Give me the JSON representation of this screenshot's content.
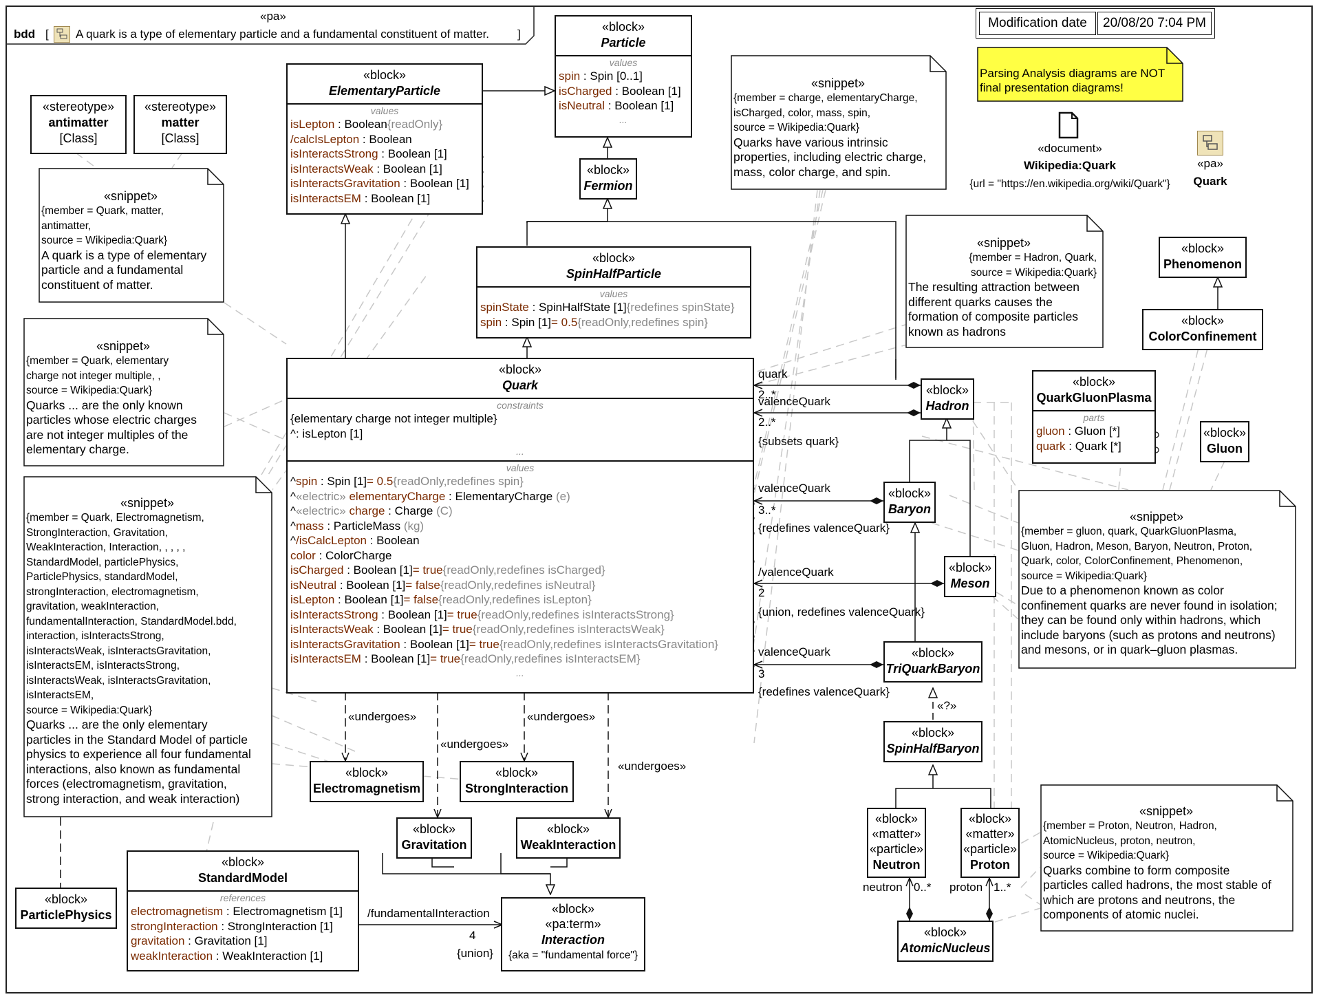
{
  "frame": {
    "tag": "«pa»",
    "kind": "bdd",
    "title": "A quark is a type of elementary particle and a fundamental constituent of matter.",
    "bracket_open": "[",
    "bracket_close": "]"
  },
  "modification": {
    "label": "Modification date",
    "value": "20/08/20 7:04 PM"
  },
  "warning_note": "Parsing Analysis diagrams are NOT final presentation diagrams!",
  "document": {
    "stereo": "«document»",
    "name": "Wikipedia:Quark",
    "url": "{url = \"https://en.wikipedia.org/wiki/Quark\"}",
    "icon": "document-icon"
  },
  "pa_ref": {
    "stereo": "«pa»",
    "name": "Quark",
    "icon": "package-diagram-icon"
  },
  "stereotypes": {
    "antimatter": {
      "stereo": "«stereotype»",
      "name": "antimatter",
      "meta": "[Class]"
    },
    "matter": {
      "stereo": "«stereotype»",
      "name": "matter",
      "meta": "[Class]"
    }
  },
  "blocks": {
    "particle": {
      "stereo": "«block»",
      "name": "Particle",
      "compartment": "values",
      "values": [
        {
          "name": "spin",
          "type": " : Spin [0..1]"
        },
        {
          "name": "isCharged",
          "type": " : Boolean [1]"
        },
        {
          "name": "isNeutral",
          "type": " : Boolean [1]"
        }
      ],
      "ellipsis": "..."
    },
    "elementary": {
      "stereo": "«block»",
      "name": "ElementaryParticle",
      "compartment": "values",
      "values": [
        {
          "name": "isLepton",
          "type": " : Boolean",
          "extra": "{readOnly}"
        },
        {
          "name": "/calcIsLepton",
          "type": " : Boolean",
          "extra": ""
        },
        {
          "name": "isInteractsStrong",
          "type": " : Boolean [1]",
          "extra": ""
        },
        {
          "name": "isInteractsWeak",
          "type": " : Boolean [1]",
          "extra": ""
        },
        {
          "name": "isInteractsGravitation",
          "type": " : Boolean [1]",
          "extra": ""
        },
        {
          "name": "isInteractsEM",
          "type": " : Boolean [1]",
          "extra": ""
        }
      ]
    },
    "fermion": {
      "stereo": "«block»",
      "name": "Fermion"
    },
    "spinhalf": {
      "stereo": "«block»",
      "name": "SpinHalfParticle",
      "compartment": "values",
      "values": [
        {
          "name": "spinState",
          "type": " : SpinHalfState [1]",
          "default": "",
          "extra": "{redefines spinState}"
        },
        {
          "name": "spin",
          "type": " : Spin [1]",
          "default": "= 0.5",
          "extra": "{readOnly,redefines spin}"
        }
      ]
    },
    "quark": {
      "stereo": "«block»",
      "name": "Quark",
      "constraints_label": "constraints",
      "constraints": [
        "{elementary charge not integer multiple}",
        "^: isLepton [1]"
      ],
      "ellipsis": "...",
      "values_label": "values",
      "values": [
        {
          "prefix": "^",
          "stereo": "",
          "name": "spin",
          "type": " : Spin [1]",
          "default": "= 0.5",
          "extra": "{readOnly,redefines spin}"
        },
        {
          "prefix": "^",
          "stereo": "«electric» ",
          "name": "elementaryCharge",
          "type": " : ElementaryCharge ",
          "default": "",
          "extra": "(e)"
        },
        {
          "prefix": "^",
          "stereo": "«electric» ",
          "name": "charge",
          "type": " : Charge ",
          "default": "",
          "extra": "(C)"
        },
        {
          "prefix": "^",
          "stereo": "",
          "name": "mass",
          "type": " : ParticleMass ",
          "default": "",
          "extra": "(kg)"
        },
        {
          "prefix": "^",
          "stereo": "",
          "name": "/isCalcLepton",
          "type": " : Boolean",
          "default": "",
          "extra": ""
        },
        {
          "prefix": "",
          "stereo": "",
          "name": "color",
          "type": " : ColorCharge",
          "default": "",
          "extra": ""
        },
        {
          "prefix": "",
          "stereo": "",
          "name": "isCharged",
          "type": " : Boolean [1]",
          "default": "= true",
          "extra": "{readOnly,redefines isCharged}"
        },
        {
          "prefix": "",
          "stereo": "",
          "name": "isNeutral",
          "type": " : Boolean [1]",
          "default": "= false",
          "extra": "{readOnly,redefines isNeutral}"
        },
        {
          "prefix": "",
          "stereo": "",
          "name": "isLepton",
          "type": " : Boolean [1]",
          "default": "= false",
          "extra": "{readOnly,redefines isLepton}"
        },
        {
          "prefix": "",
          "stereo": "",
          "name": "isInteractsStrong",
          "type": " : Boolean [1]",
          "default": "= true",
          "extra": "{readOnly,redefines isInteractsStrong}"
        },
        {
          "prefix": "",
          "stereo": "",
          "name": "isInteractsWeak",
          "type": " : Boolean [1]",
          "default": "= true",
          "extra": "{readOnly,redefines isInteractsWeak}"
        },
        {
          "prefix": "",
          "stereo": "",
          "name": "isInteractsGravitation",
          "type": " : Boolean [1]",
          "default": "= true",
          "extra": "{readOnly,redefines isInteractsGravitation}"
        },
        {
          "prefix": "",
          "stereo": "",
          "name": "isInteractsEM",
          "type": " : Boolean [1]",
          "default": "= true",
          "extra": "{readOnly,redefines isInteractsEM}"
        }
      ],
      "ellipsis2": "..."
    },
    "hadron": {
      "stereo": "«block»",
      "name": "Hadron"
    },
    "baryon": {
      "stereo": "«block»",
      "name": "Baryon"
    },
    "meson": {
      "stereo": "«block»",
      "name": "Meson"
    },
    "triquark": {
      "stereo": "«block»",
      "name": "TriQuarkBaryon"
    },
    "spinhalfbaryon": {
      "stereo": "«block»",
      "name": "SpinHalfBaryon"
    },
    "neutron": {
      "stereo": [
        "«block»",
        "«matter»",
        "«particle»"
      ],
      "name": "Neutron"
    },
    "proton": {
      "stereo": [
        "«block»",
        "«matter»",
        "«particle»"
      ],
      "name": "Proton"
    },
    "nucleus": {
      "stereo": "«block»",
      "name": "AtomicNucleus"
    },
    "phenomenon": {
      "stereo": "«block»",
      "name": "Phenomenon"
    },
    "colorconf": {
      "stereo": "«block»",
      "name": "ColorConfinement"
    },
    "qgp": {
      "stereo": "«block»",
      "name": "QuarkGluonPlasma",
      "compartment": "parts",
      "values": [
        {
          "name": "gluon",
          "type": " : Gluon [*]"
        },
        {
          "name": "quark",
          "type": " : Quark [*]"
        }
      ]
    },
    "gluon": {
      "stereo": "«block»",
      "name": "Gluon"
    },
    "em": {
      "stereo": "«block»",
      "name": "Electromagnetism"
    },
    "strong": {
      "stereo": "«block»",
      "name": "StrongInteraction"
    },
    "grav": {
      "stereo": "«block»",
      "name": "Gravitation"
    },
    "weak": {
      "stereo": "«block»",
      "name": "WeakInteraction"
    },
    "stdmodel": {
      "stereo": "«block»",
      "name": "StandardModel",
      "compartment": "references",
      "values": [
        {
          "name": "electromagnetism",
          "type": " : Electromagnetism [1]"
        },
        {
          "name": "strongInteraction",
          "type": " : StrongInteraction [1]"
        },
        {
          "name": "gravitation",
          "type": " : Gravitation [1]"
        },
        {
          "name": "weakInteraction",
          "type": " : WeakInteraction [1]"
        }
      ]
    },
    "physics": {
      "stereo": "«block»",
      "name": "ParticlePhysics"
    },
    "interaction": {
      "stereo": [
        "«block»",
        "«pa:term»"
      ],
      "name": "Interaction",
      "aka": "{aka = \"fundamental force\"}"
    }
  },
  "snippets": {
    "s1": {
      "title": "«snippet»",
      "meta": [
        "{member = Quark, matter,",
        "antimatter,",
        "source = Wikipedia:Quark}"
      ],
      "body": [
        "A quark is a type of elementary",
        "particle and a fundamental",
        "constituent of matter."
      ]
    },
    "s2": {
      "title": "«snippet»",
      "meta": [
        "{member = Quark, elementary",
        "charge not integer multiple, ,",
        "source = Wikipedia:Quark}"
      ],
      "body": [
        "Quarks ... are the only known",
        "particles whose electric charges",
        "are not integer multiples of the",
        "elementary charge."
      ]
    },
    "s3": {
      "title": "«snippet»",
      "meta": [
        "{member = Quark, Electromagnetism,",
        "StrongInteraction, Gravitation,",
        "WeakInteraction, Interaction, , , , ,",
        "StandardModel, particlePhysics,",
        "ParticlePhysics, standardModel,",
        "strongInteraction, electromagnetism,",
        "gravitation, weakInteraction,",
        "fundamentalInteraction, StandardModel.bdd,",
        "interaction, isInteractsStrong,",
        "isInteractsWeak, isInteractsGravitation,",
        "isInteractsEM, isInteractsStrong,",
        "isInteractsWeak, isInteractsGravitation,",
        "isInteractsEM,",
        "source = Wikipedia:Quark}"
      ],
      "body": [
        "Quarks ... are the only elementary",
        "particles in the Standard Model of particle",
        "physics to experience all four fundamental",
        "interactions, also known as fundamental",
        "forces (electromagnetism, gravitation,",
        "strong interaction, and weak interaction)"
      ]
    },
    "s4": {
      "title": "«snippet»",
      "meta": [
        "{member = charge, elementaryCharge,",
        "isCharged, color, mass, spin,",
        "source = Wikipedia:Quark}"
      ],
      "body": [
        "Quarks have various intrinsic",
        "properties, including electric charge,",
        "mass, color charge, and spin."
      ]
    },
    "s5": {
      "title": "«snippet»",
      "meta": [
        "{member = Hadron, Quark,",
        "source = Wikipedia:Quark}"
      ],
      "body": [
        "The resulting attraction between",
        "different quarks causes the",
        "formation of composite particles",
        "known as hadrons"
      ]
    },
    "s6": {
      "title": "«snippet»",
      "meta": [
        "{member = gluon, quark, QuarkGluonPlasma,",
        "Gluon, Hadron, Meson, Baryon, Neutron, Proton,",
        "Quark, color, ColorConfinement, Phenomenon,",
        "source = Wikipedia:Quark}"
      ],
      "body": [
        "Due to a phenomenon known as color",
        "confinement quarks are never found in isolation;",
        "they can be found only within hadrons, which",
        "include baryons (such as protons and neutrons)",
        "and mesons, or in quark–gluon plasmas."
      ]
    },
    "s7": {
      "title": "«snippet»",
      "meta": [
        "{member = Proton, Neutron, Hadron,",
        "AtomicNucleus, proton, neutron,",
        "source = Wikipedia:Quark}"
      ],
      "body": [
        "Quarks combine to form composite",
        "particles called hadrons, the most stable of",
        "which are protons and neutrons, the",
        "components of atomic nuclei."
      ]
    }
  },
  "labels": {
    "quark_role": "quark",
    "quark_mult": "2..*",
    "valence_role": "valenceQuark",
    "valence_mult": "2..*",
    "subsets": "{subsets quark}",
    "baryon_role": "valenceQuark",
    "baryon_mult": "3..*",
    "baryon_redef": "{redefines valenceQuark}",
    "meson_role": "/valenceQuark",
    "meson_mult": "2",
    "meson_union": "{union, redefines valenceQuark}",
    "tri_role": "valenceQuark",
    "tri_mult": "3",
    "tri_redef": "{redefines valenceQuark}",
    "undergoes": "«undergoes»",
    "maybe": "«?»",
    "neutron_role": "neutron",
    "neutron_mult": "0..*",
    "proton_role": "proton",
    "proton_mult": "1..*",
    "fi_role": "/fundamentalInteraction",
    "fi_mult": "4",
    "fi_union": "{union}"
  }
}
